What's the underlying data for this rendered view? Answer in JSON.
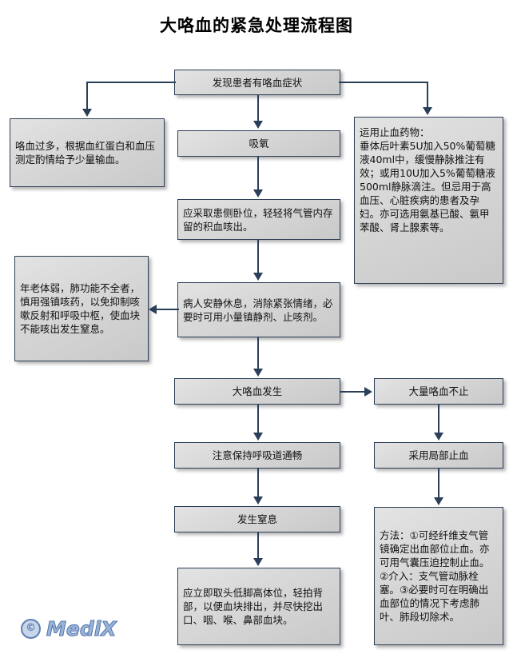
{
  "title": "大咯血的紧急处理流程图",
  "watermark": {
    "symbol": "©",
    "text": "MediX"
  },
  "nodes": {
    "start": "发现患者有咯血症状",
    "transfusion": "咯血过多，根据血红蛋白和血压测定酌情给予少量输血。",
    "hemostatic_drugs": "运用止血药物：\n    垂体后叶素5U加入50%葡萄糖液40ml中，缓慢静脉推注有效；或用10U加入5%葡萄糖液500ml静脉滴注。但忌用于高血压、心脏疾病的患者及孕妇。亦可选用氨基已酸、氨甲苯酸、肾上腺素等。",
    "oxygen": "吸氧",
    "position": "应采取患侧卧位，轻轻将气管内存留的积血咳出。",
    "elderly_caution": "年老体弱，肺功能不全者，慎用强镇咳药，以免抑制咳嗽反射和呼吸中枢，使血块不能咳出发生窒息。",
    "rest": "病人安静休息，消除紧张情绪，必要时可用小量镇静剂、止咳剂。",
    "massive_hemoptysis": "大咯血发生",
    "uncontrolled_hemoptysis": "大量咯血不止",
    "airway": "注意保持呼吸道通畅",
    "local_hemostasis": "采用局部止血",
    "asphyxia": "发生窒息",
    "asphyxia_treatment": "应立即取头低脚高体位，轻拍背部，以便血块排出，并尽快挖出口、咽、喉、鼻部血块。",
    "methods": "方法：①可经纤维支气管镜确定出血部位止血。亦可用气囊压迫控制止血。②介入：支气管动脉栓塞。③必要时可在明确出血部位的情况下考虑肺叶、肺段切除术。"
  },
  "colors": {
    "border": "#2e4057",
    "connector": "#2b3f59",
    "node_fill": "#d7d7d7",
    "watermark": "#9cb4d8"
  }
}
